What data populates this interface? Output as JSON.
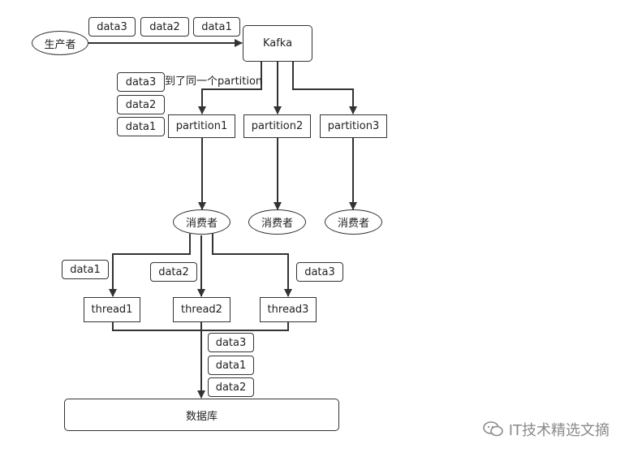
{
  "producer": "生产者",
  "kafka": "Kafka",
  "note": "到了同一个partition",
  "partitions": [
    "partition1",
    "partition2",
    "partition3"
  ],
  "consumers": [
    "消费者",
    "消费者",
    "消费者"
  ],
  "threads": [
    "thread1",
    "thread2",
    "thread3"
  ],
  "database": "数据库",
  "producer_messages": [
    "data3",
    "data2",
    "data1"
  ],
  "partition_messages": [
    "data3",
    "data2",
    "data1"
  ],
  "thread_messages": [
    "data1",
    "data2",
    "data3"
  ],
  "db_messages": [
    "data3",
    "data1",
    "data2"
  ],
  "watermark": "IT技术精选文摘",
  "colors": {
    "line": "#333333",
    "watermark": "#8a8a8a"
  }
}
